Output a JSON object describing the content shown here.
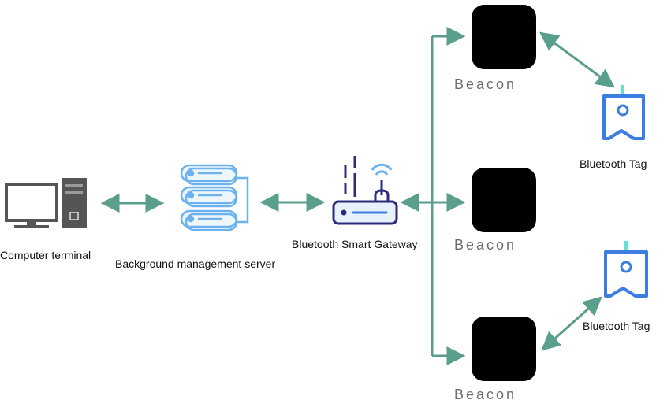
{
  "nodes": {
    "computer": {
      "label": "Computer terminal",
      "icon": "computer-terminal-icon"
    },
    "server": {
      "label": "Background management server",
      "icon": "server-stack-icon"
    },
    "gateway": {
      "label": "Bluetooth Smart Gateway",
      "icon": "bluetooth-gateway-router-icon"
    },
    "beacons": [
      {
        "label": "Beacon"
      },
      {
        "label": "Beacon"
      },
      {
        "label": "Beacon"
      }
    ],
    "tags": [
      {
        "label": "Bluetooth Tag",
        "icon": "bluetooth-tag-icon"
      },
      {
        "label": "Bluetooth Tag",
        "icon": "bluetooth-tag-icon"
      }
    ]
  },
  "colors": {
    "connector": "#5a9e8c",
    "icon_blue": "#3d7de0",
    "icon_light_blue": "#6cb2f0",
    "gateway_dark": "#2c2a7a",
    "tag_accent": "#63e0d6",
    "computer_gray": "#555555"
  }
}
